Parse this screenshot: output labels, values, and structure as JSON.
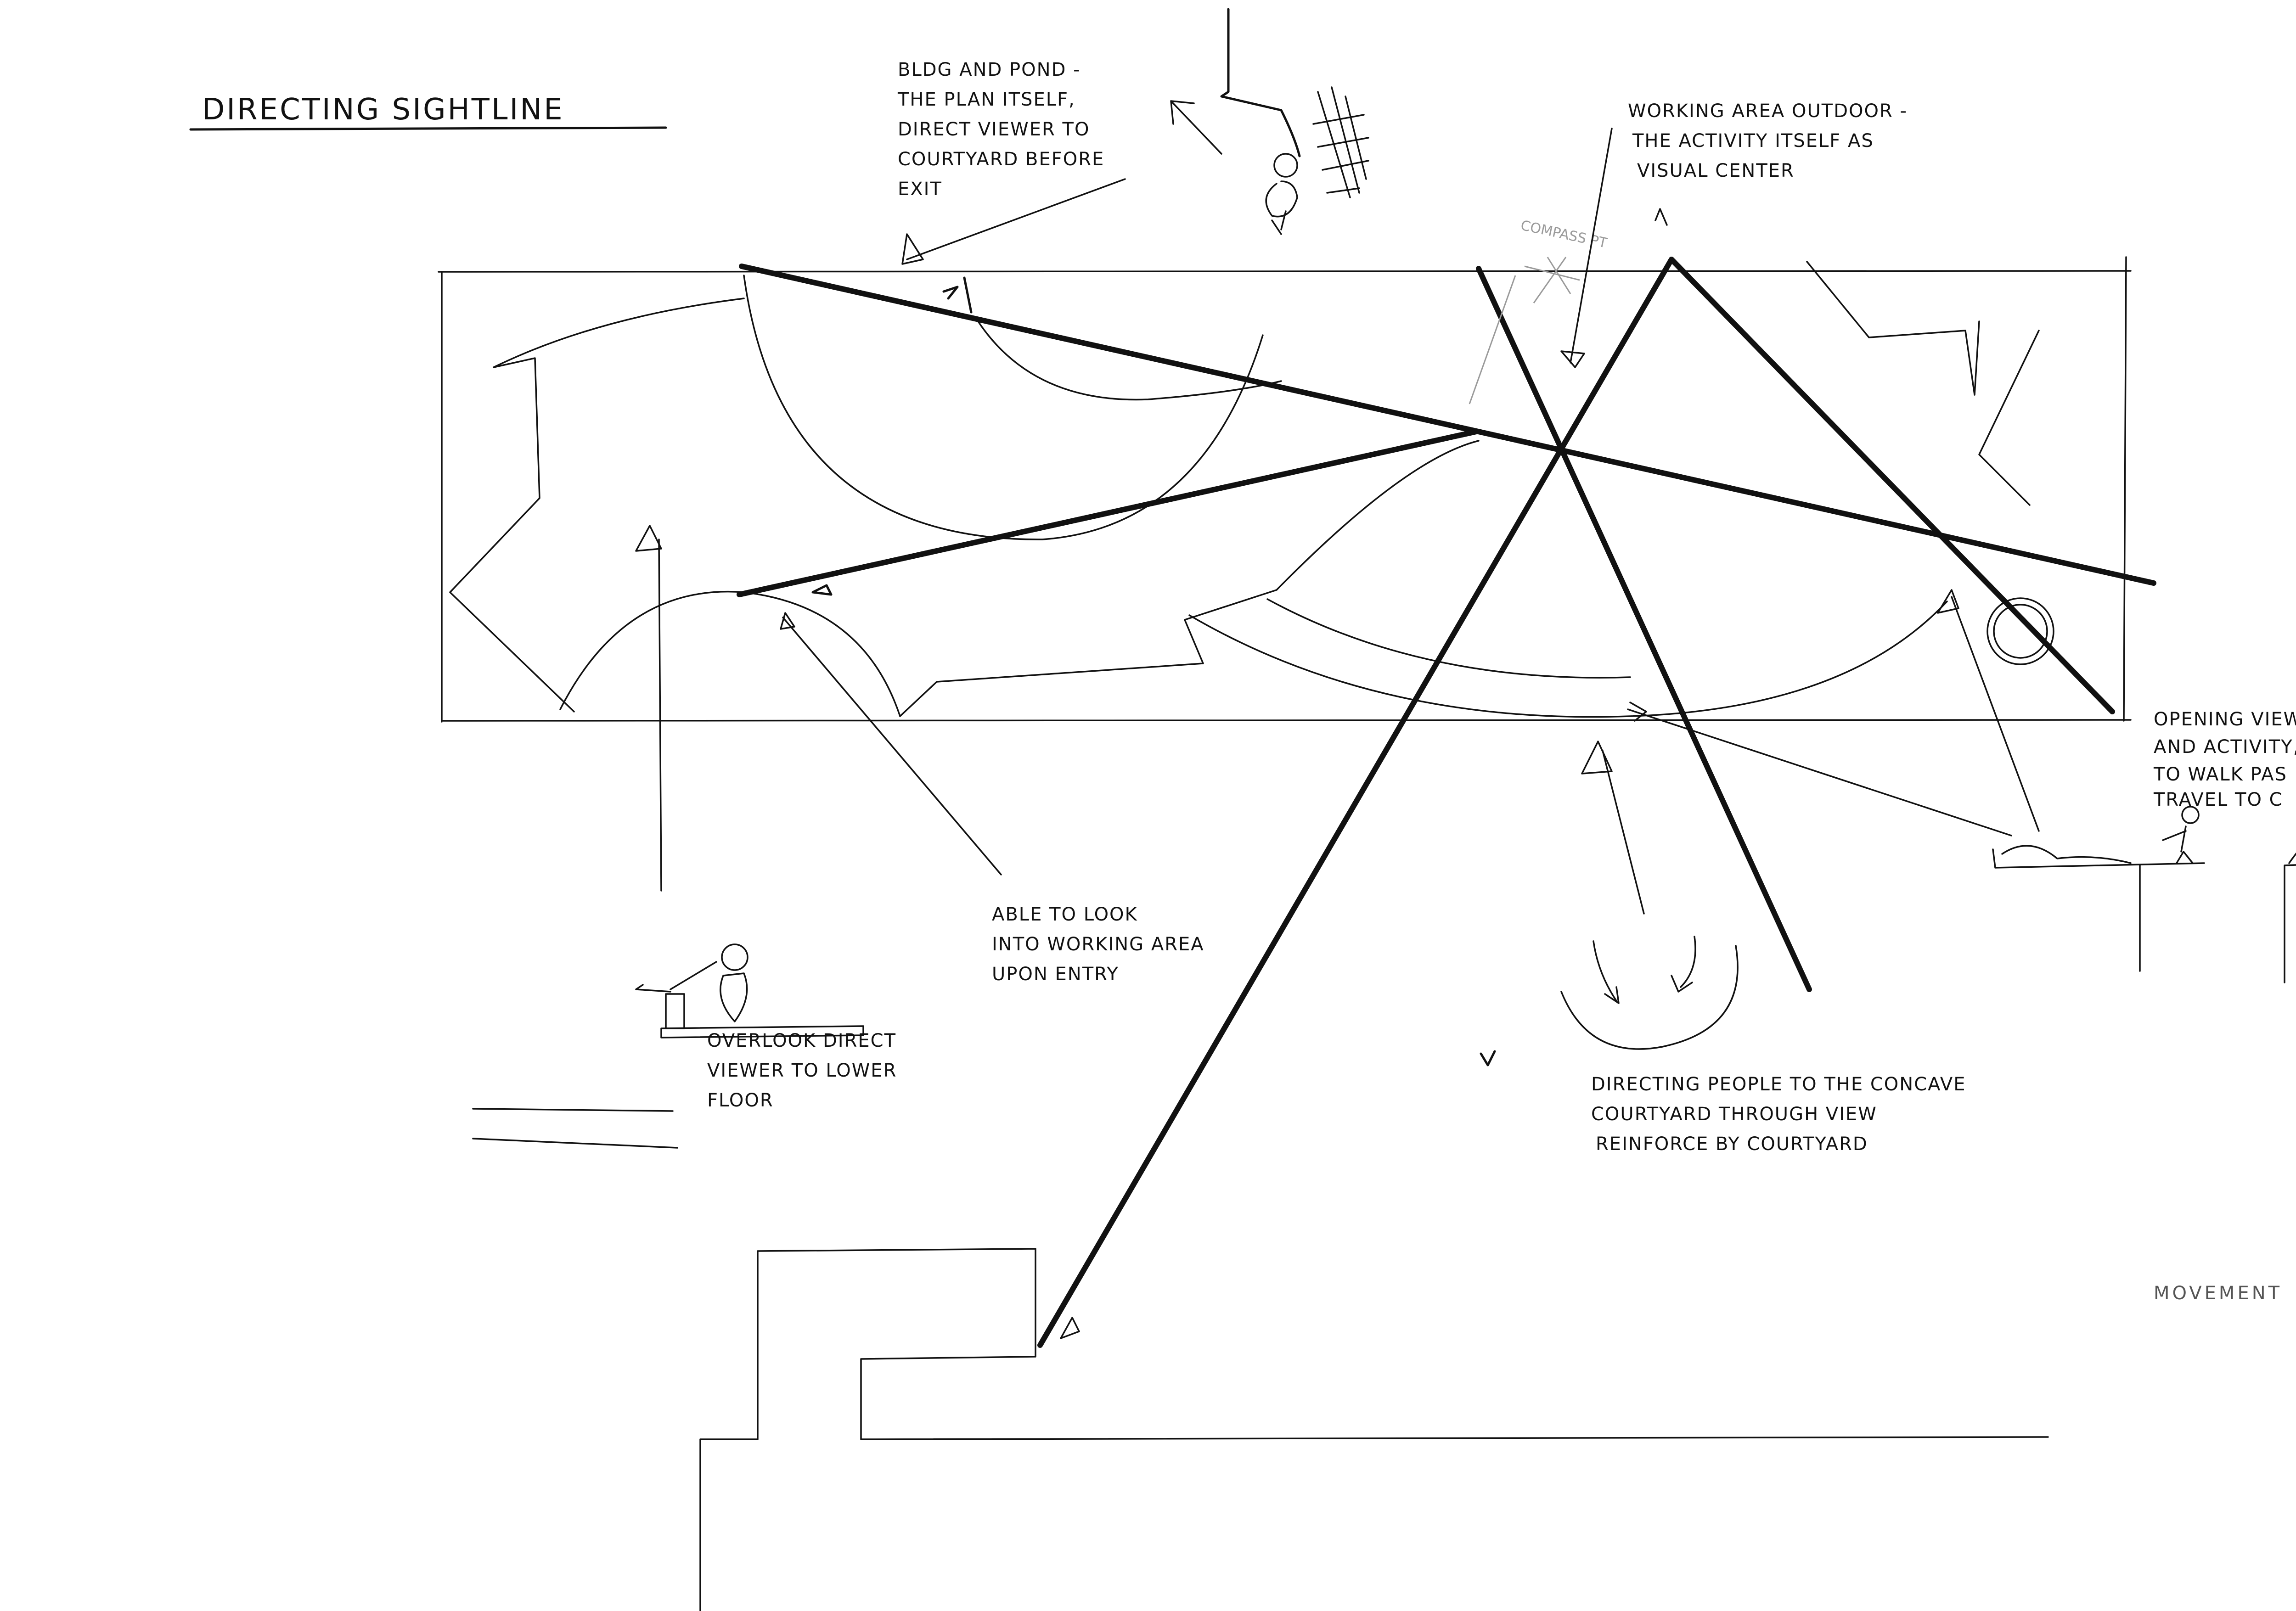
{
  "title": "DIRECTING SIGHTLINE",
  "annotations": {
    "bldg_pond": [
      "BLDG AND POND -",
      "THE PLAN ITSELF,",
      "DIRECT VIEWER TO",
      "COURTYARD BEFORE",
      "EXIT"
    ],
    "working_area": [
      "WORKING AREA OUTDOOR -",
      "THE ACTIVITY ITSELF AS",
      "VISUAL CENTER"
    ],
    "compass_point": "COMPASS PT",
    "able_to_look": [
      "ABLE TO LOOK",
      "INTO WORKING AREA",
      "UPON ENTRY"
    ],
    "overlook": [
      "OVERLOOK DIRECT",
      "VIEWER TO LOWER",
      "FLOOR"
    ],
    "directing_people": [
      "DIRECTING PEOPLE TO THE CONCAVE",
      "COURTYARD THROUGH VIEW",
      "REINFORCE BY COURTYARD"
    ],
    "opening_view": [
      "OPENING VIEW",
      "AND ACTIVITY,",
      "TO WALK PAS",
      "TRAVEL TO C"
    ],
    "movement": "MOVEMENT"
  },
  "legend_strokes": [
    "single-line",
    "double-line"
  ],
  "icons": [
    "eye-icon",
    "person-icon",
    "arrow-icon",
    "compass-icon",
    "pond-icon"
  ]
}
